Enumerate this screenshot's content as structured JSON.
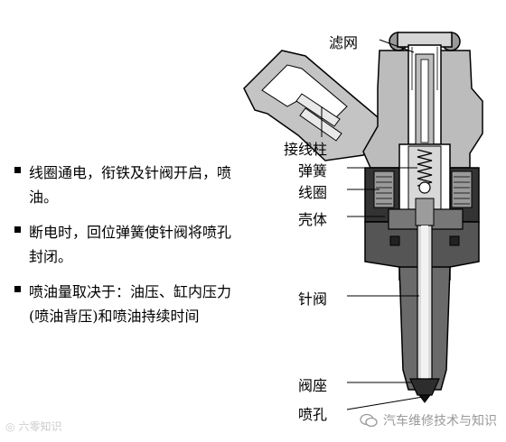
{
  "bullets": [
    {
      "text": "线圈通电，衔铁及针阀开启，喷油。"
    },
    {
      "text": "断电时，回位弹簧使针阀将喷孔封闭。"
    },
    {
      "text": "喷油量取决于：油压、缸内压力(喷油背压)和喷油持续时间"
    }
  ],
  "labels": {
    "filter": "滤网",
    "terminal": "接线柱",
    "spring": "弹簧",
    "coil": "线圈",
    "housing": "壳体",
    "needle": "针阀",
    "seat": "阀座",
    "nozzle": "喷孔"
  },
  "watermark": {
    "left": "六零知识",
    "right": "汽车维修技术与知识"
  },
  "colors": {
    "housing_gray": "#b3b3b3",
    "dark_gray": "#6e6e6e",
    "black": "#111111"
  }
}
